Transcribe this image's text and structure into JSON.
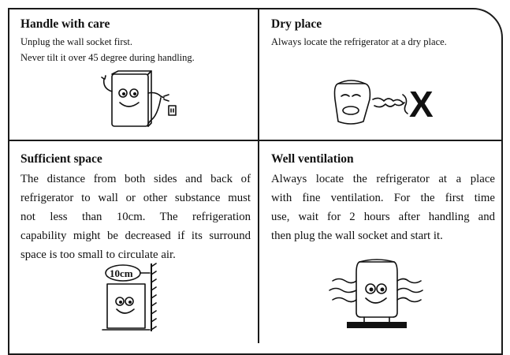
{
  "sections": [
    {
      "title": "Handle with care",
      "lines": [
        "Unplug the wall socket first.",
        "Never tilt it over 45 degree during handling."
      ]
    },
    {
      "title": "Dry place",
      "lines": [
        "Always locate the refrigerator at a dry place."
      ]
    },
    {
      "title": "Sufficient space",
      "lines": [
        "The distance from both sides and back of",
        "refrigerator to wall or other substance must",
        "not less than 10cm. The refrigeration",
        "capability might be decreased if its surround",
        "space is too small to circulate air."
      ]
    },
    {
      "title": "Well ventilation",
      "lines": [
        "Always locate the refrigerator at a place",
        "with fine ventilation. For the first time",
        "use, wait for 2 hours after handling and",
        "then plug the wall socket and start it."
      ]
    }
  ],
  "illustrations": {
    "x_mark": "X",
    "distance_label": "10cm"
  }
}
